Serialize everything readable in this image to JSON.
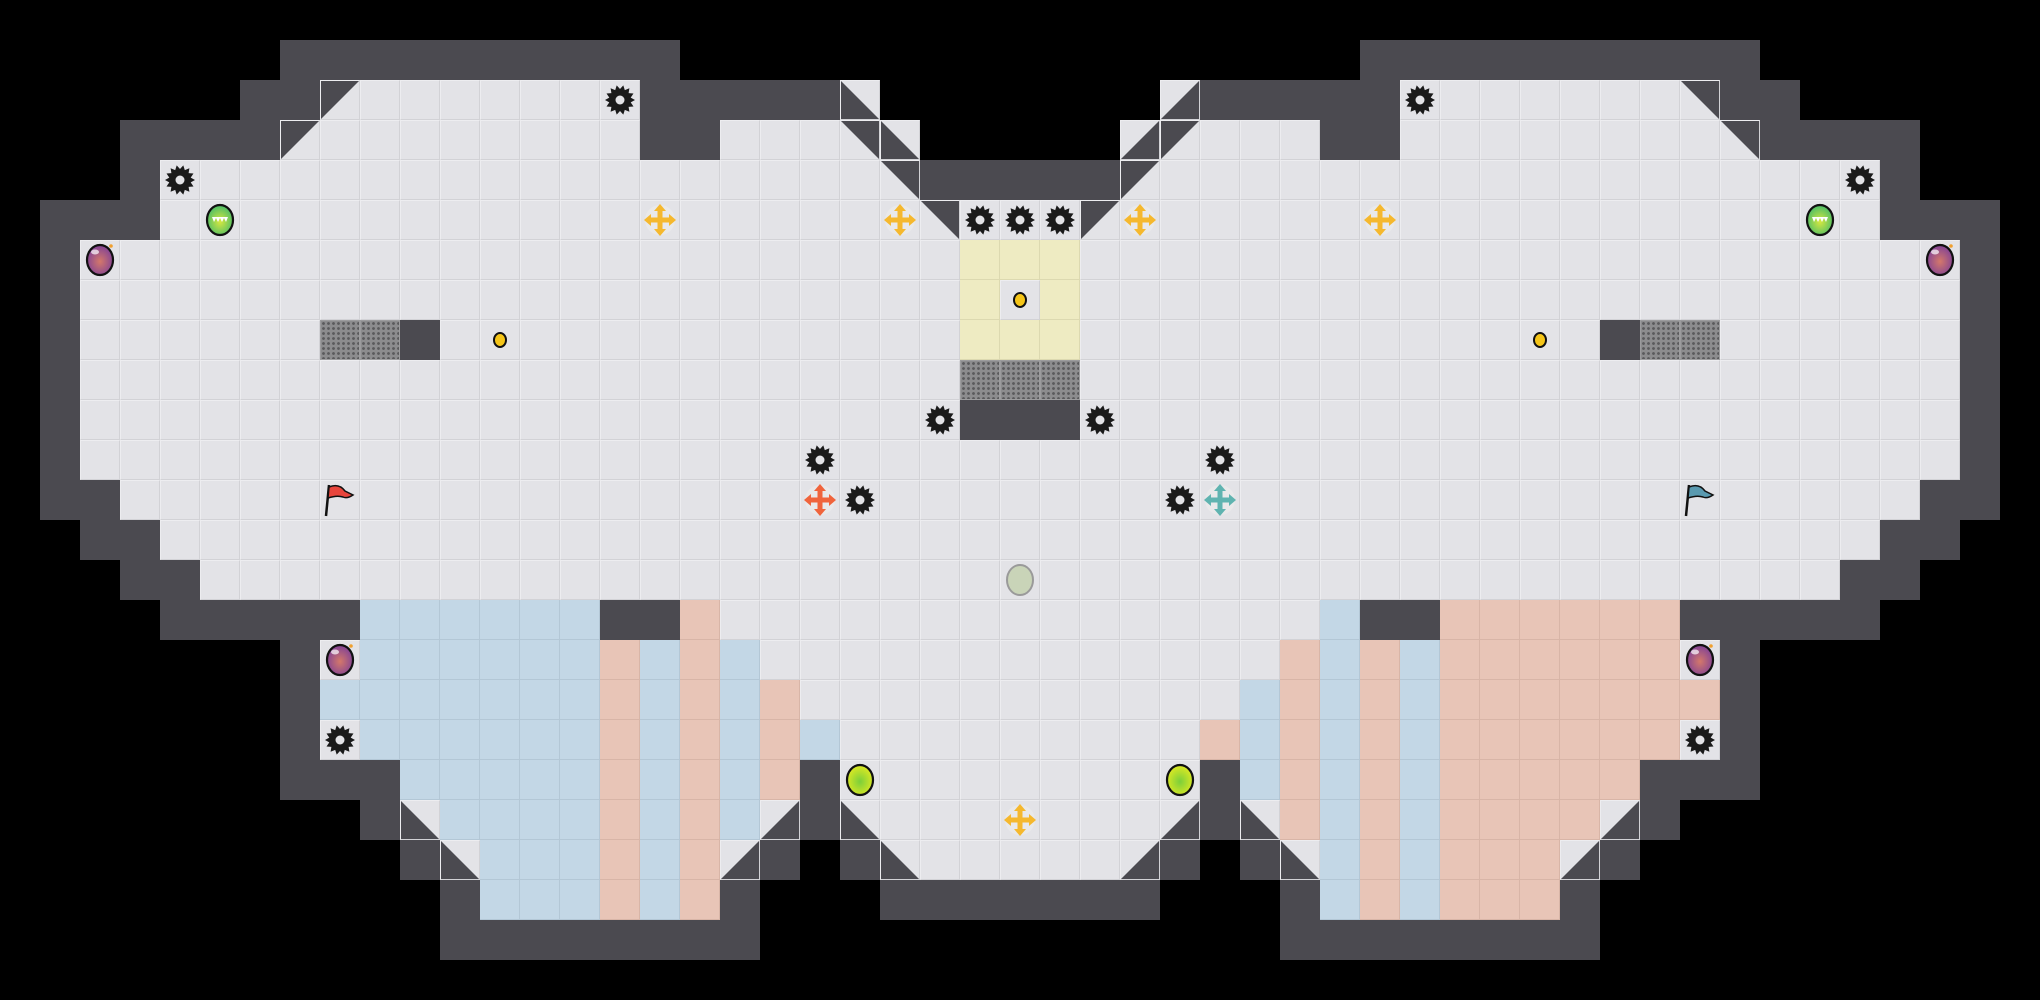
{
  "palette": {
    "background": "#000000",
    "floor": "#e3e3e7",
    "wall": "#4b4a50",
    "team_blue_tile": "#c3d7e6",
    "team_red_tile": "#e8c5b7",
    "neutral_yellow_tile": "#eeebc2",
    "gate": "#8c8c8e",
    "red_team": "#e8453c",
    "blue_team": "#5a9ab0",
    "boost_yellow": "#f5b82e",
    "boost_red": "#f0643c",
    "boost_teal": "#5fb3b0"
  },
  "entities": {
    "spike": {
      "icon": "spike-icon",
      "count": 15
    },
    "boost": {
      "icon": "boost-icon",
      "count": 5
    },
    "red_boost": {
      "icon": "red-boost-icon",
      "count": 1
    },
    "blue_boost": {
      "icon": "blue-boost-icon",
      "count": 1
    },
    "powerup": {
      "icon": "powerup-icon",
      "count": 2
    },
    "jukejuice": {
      "icon": "jukejuice-icon",
      "count": 2
    },
    "bomb": {
      "icon": "bomb-icon",
      "count": 4
    },
    "button": {
      "icon": "button-icon",
      "count": 3
    },
    "spawn_marker": {
      "icon": "marker-icon",
      "count": 1
    },
    "red_flag": {
      "icon": "red-flag-icon",
      "count": 1
    },
    "blue_flag": {
      "icon": "blue-flag-icon",
      "count": 1
    }
  }
}
